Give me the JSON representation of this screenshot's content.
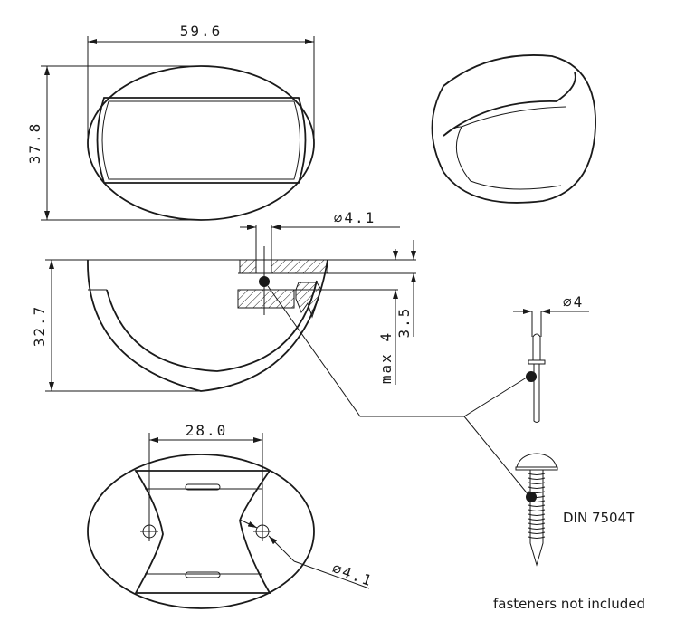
{
  "dimensions": {
    "width": "59.6",
    "height": "37.8",
    "depth": "32.7",
    "hole_diameter_section": "∅4.1",
    "max_thickness": "max 4",
    "min_thickness": "3.5",
    "rivet_diameter": "∅4",
    "hole_spacing": "28.0",
    "hole_diameter_bottom": "∅4.1"
  },
  "labels": {
    "screw_standard": "DIN 7504T",
    "note": "fasteners not included"
  }
}
